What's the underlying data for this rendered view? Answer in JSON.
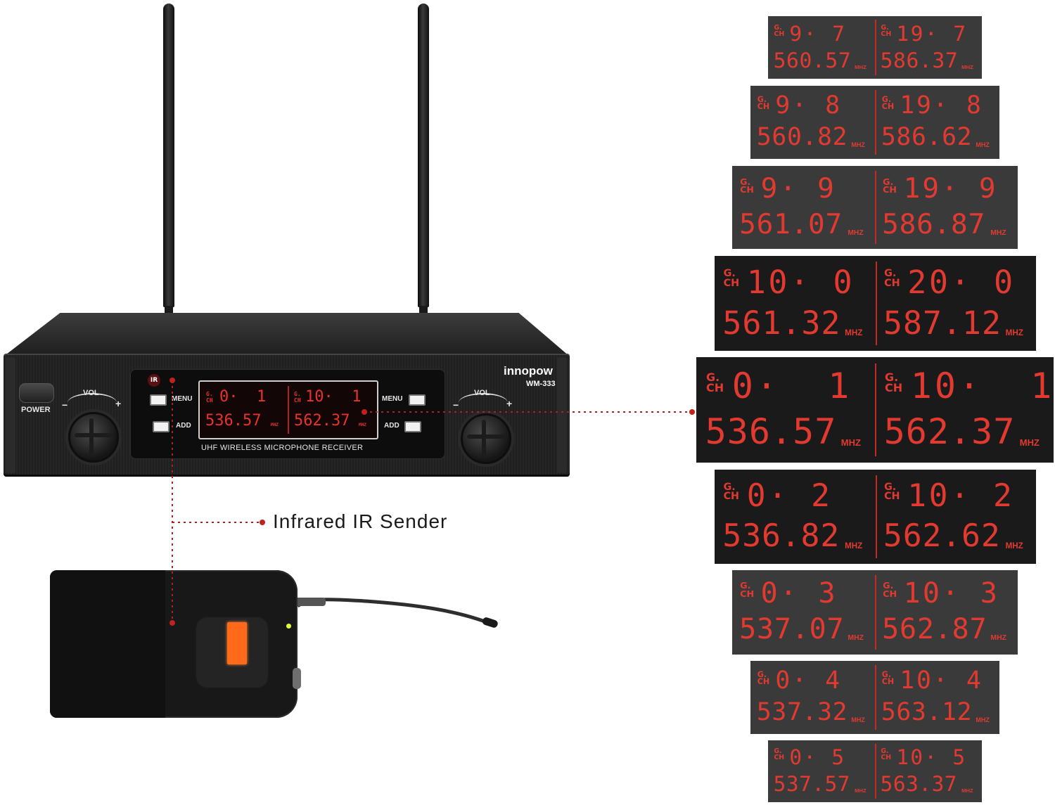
{
  "receiver": {
    "brand": "innopow",
    "model": "WM-333",
    "power_label": "POWER",
    "vol_label": "VOL",
    "minus": "−",
    "plus": "+",
    "menu_label": "MENU",
    "add_label": "ADD",
    "ir_badge": "IR",
    "panel_text": "UHF WIRELESS MICROPHONE RECEIVER",
    "gch_label": "G.\nCH",
    "display": {
      "left": {
        "ch": "0·  1",
        "freq": "536.57",
        "unit": "MHZ"
      },
      "right": {
        "ch": "10·  1",
        "freq": "562.37",
        "unit": "MHZ"
      }
    }
  },
  "ir_caption": "Infrared IR Sender",
  "colors": {
    "lcd_red": "#e23a30",
    "pack_lcd": "#ff6a1a",
    "leader_line": "#b0201c"
  },
  "channel_panels": [
    {
      "left": {
        "gch": "G.\nCH",
        "ch": "9· 7",
        "freq": "560.57",
        "unit": "MHZ"
      },
      "right": {
        "gch": "G.\nCH",
        "ch": "19· 7",
        "freq": "586.37",
        "unit": "MHZ"
      }
    },
    {
      "left": {
        "gch": "G.\nCH",
        "ch": "9· 8",
        "freq": "560.82",
        "unit": "MHZ"
      },
      "right": {
        "gch": "G.\nCH",
        "ch": "19· 8",
        "freq": "586.62",
        "unit": "MHZ"
      }
    },
    {
      "left": {
        "gch": "G.\nCH",
        "ch": "9· 9",
        "freq": "561.07",
        "unit": "MHZ"
      },
      "right": {
        "gch": "G.\nCH",
        "ch": "19· 9",
        "freq": "586.87",
        "unit": "MHZ"
      }
    },
    {
      "left": {
        "gch": "G.\nCH",
        "ch": "10· 0",
        "freq": "561.32",
        "unit": "MHZ"
      },
      "right": {
        "gch": "G.\nCH",
        "ch": "20· 0",
        "freq": "587.12",
        "unit": "MHZ"
      }
    },
    {
      "left": {
        "gch": "G.\nCH",
        "ch": "0·  1",
        "freq": "536.57",
        "unit": "MHZ"
      },
      "right": {
        "gch": "G.\nCH",
        "ch": "10·  1",
        "freq": "562.37",
        "unit": "MHZ"
      }
    },
    {
      "left": {
        "gch": "G.\nCH",
        "ch": "0· 2",
        "freq": "536.82",
        "unit": "MHZ"
      },
      "right": {
        "gch": "G.\nCH",
        "ch": "10· 2",
        "freq": "562.62",
        "unit": "MHZ"
      }
    },
    {
      "left": {
        "gch": "G.\nCH",
        "ch": "0· 3",
        "freq": "537.07",
        "unit": "MHZ"
      },
      "right": {
        "gch": "G.\nCH",
        "ch": "10· 3",
        "freq": "562.87",
        "unit": "MHZ"
      }
    },
    {
      "left": {
        "gch": "G.\nCH",
        "ch": "0· 4",
        "freq": "537.32",
        "unit": "MHZ"
      },
      "right": {
        "gch": "G.\nCH",
        "ch": "10· 4",
        "freq": "563.12",
        "unit": "MHZ"
      }
    },
    {
      "left": {
        "gch": "G.\nCH",
        "ch": "0· 5",
        "freq": "537.57",
        "unit": "MHZ"
      },
      "right": {
        "gch": "G.\nCH",
        "ch": "10· 5",
        "freq": "563.37",
        "unit": "MHZ"
      }
    }
  ]
}
